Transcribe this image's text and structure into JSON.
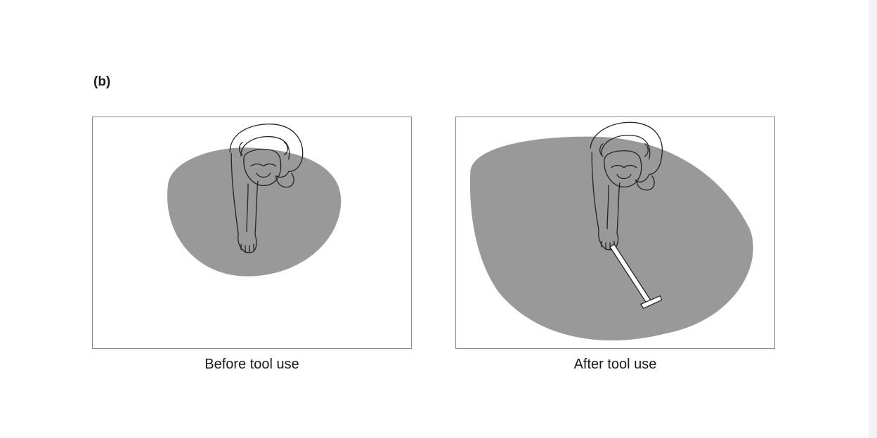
{
  "figure": {
    "panel_label": "(b)"
  },
  "panels": [
    {
      "caption": "Before tool use"
    },
    {
      "caption": "After tool use"
    }
  ],
  "colors": {
    "reach_region": "#999999",
    "outline": "#8a8a8a",
    "line_art": "#222222"
  }
}
